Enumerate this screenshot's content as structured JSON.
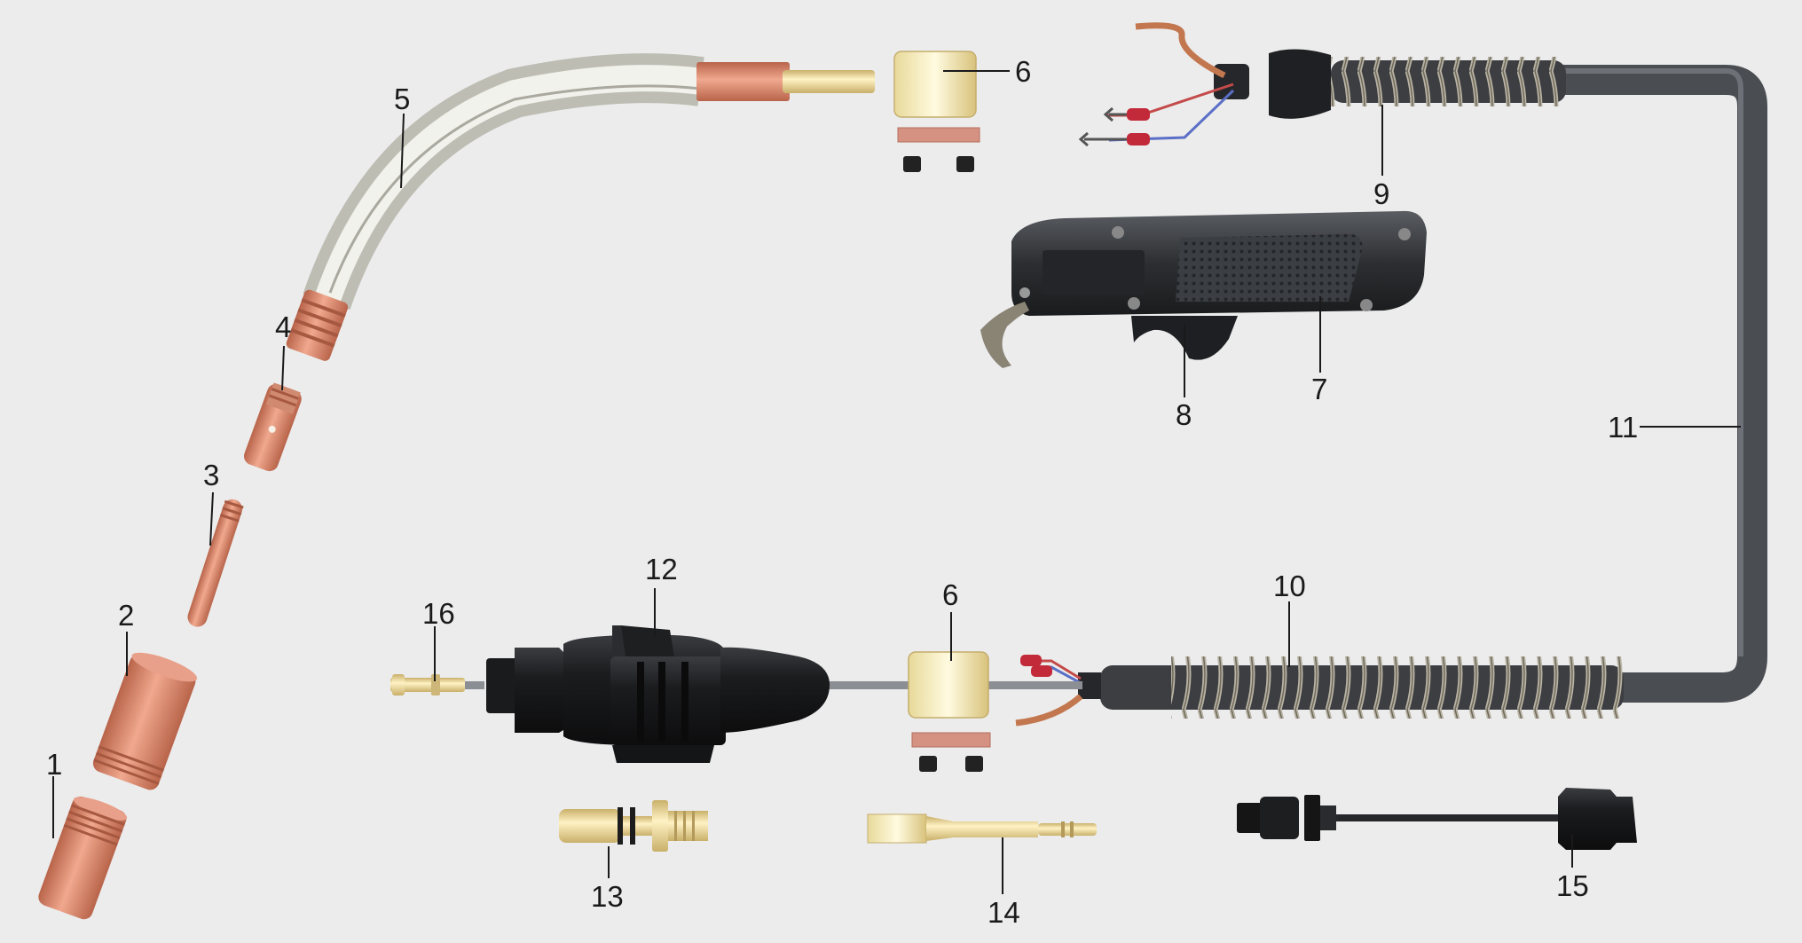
{
  "labels": {
    "p1": "1",
    "p2": "2",
    "p3": "3",
    "p4": "4",
    "p5": "5",
    "p6a": "6",
    "p6b": "6",
    "p7": "7",
    "p8": "8",
    "p9": "9",
    "p10": "10",
    "p11": "11",
    "p12": "12",
    "p13": "13",
    "p14": "14",
    "p15": "15",
    "p16": "16"
  },
  "colors": {
    "background": "#ececec",
    "copper": "#d9876a",
    "brass": "#e4cf8a",
    "handle": "#2f3236",
    "cable": "#4a4d52",
    "spring": "#a8a294"
  },
  "icons": {
    "nozzle": "nozzle-icon",
    "contact_tip": "contact-tip-icon",
    "gooseneck": "gooseneck-icon",
    "handle": "handle-icon",
    "trigger": "trigger-icon",
    "connector": "euro-connector-icon"
  }
}
